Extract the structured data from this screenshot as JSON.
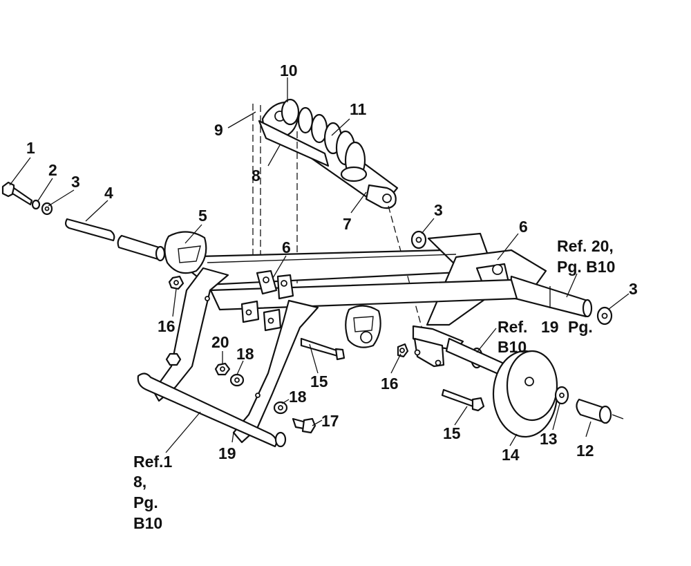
{
  "callouts": {
    "c1": "1",
    "c2": "2",
    "c3a": "3",
    "c4": "4",
    "c5": "5",
    "c6a": "6",
    "c6b": "6",
    "c7": "7",
    "c8": "8",
    "c9": "9",
    "c10": "10",
    "c11": "11",
    "c3b": "3",
    "c3c": "3",
    "c16a": "16",
    "c16b": "16",
    "c20": "20",
    "c18a": "18",
    "c18b": "18",
    "c15a": "15",
    "c15b": "15",
    "c17": "17",
    "c19": "19",
    "c14": "14",
    "c13": "13",
    "c12": "12"
  },
  "references": {
    "ref20_line1": "Ref. 20,",
    "ref20_line2": "Pg. B10",
    "ref19_line1": "Ref.",
    "ref19_line2": "B10",
    "ref19_num": "19",
    "ref19_pg": "Pg.",
    "ref18_line1": "Ref.1",
    "ref18_line2": "8,",
    "ref18_line3": "Pg.",
    "ref18_line4": "B10"
  }
}
